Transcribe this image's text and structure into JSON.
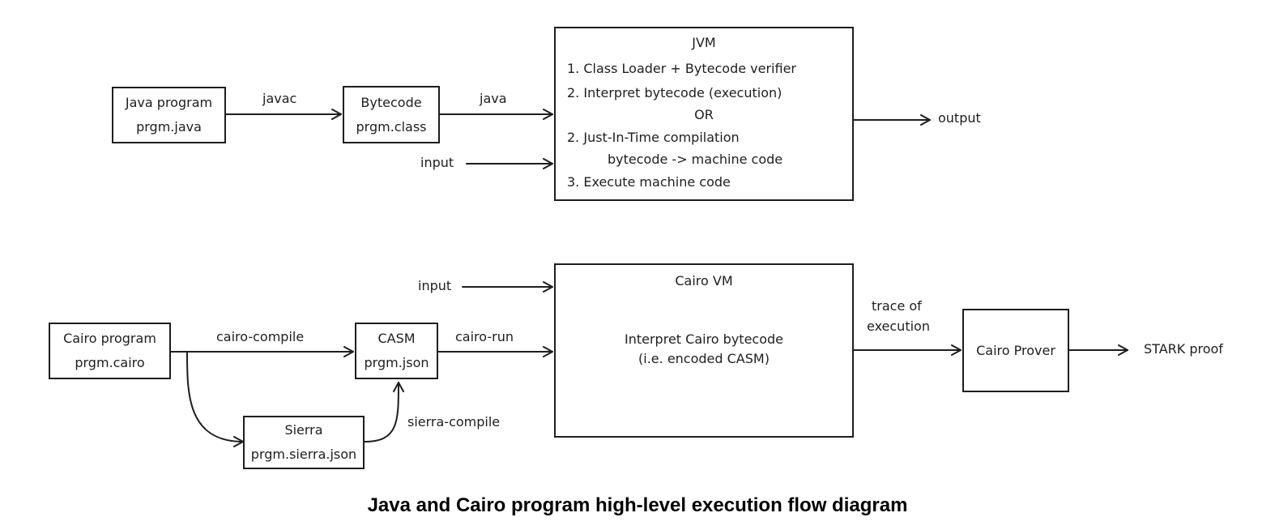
{
  "java_flow": {
    "java_program": {
      "line1": "Java program",
      "line2": "prgm.java"
    },
    "javac_label": "javac",
    "bytecode": {
      "line1": "Bytecode",
      "line2": "prgm.class"
    },
    "java_label": "java",
    "input_label": "input",
    "jvm": {
      "title": "JVM",
      "step1": "1. Class Loader + Bytecode verifier",
      "step2a": "2. Interpret bytecode (execution)",
      "or": "OR",
      "step2b": "2. Just-In-Time compilation",
      "step2b_detail": "bytecode -> machine code",
      "step3": "3. Execute machine code"
    },
    "output_label": "output"
  },
  "cairo_flow": {
    "cairo_program": {
      "line1": "Cairo program",
      "line2": "prgm.cairo"
    },
    "cairo_compile_label": "cairo-compile",
    "casm": {
      "line1": "CASM",
      "line2": "prgm.json"
    },
    "cairo_run_label": "cairo-run",
    "sierra": {
      "line1": "Sierra",
      "line2": "prgm.sierra.json"
    },
    "sierra_compile_label": "sierra-compile",
    "input_label": "input",
    "cairo_vm": {
      "title": "Cairo VM",
      "line1": "Interpret Cairo bytecode",
      "line2": "(i.e. encoded CASM)"
    },
    "trace_label": {
      "line1": "trace of",
      "line2": "execution"
    },
    "prover": "Cairo Prover",
    "proof_label": "STARK proof"
  },
  "caption": "Java and Cairo program high-level execution flow diagram"
}
